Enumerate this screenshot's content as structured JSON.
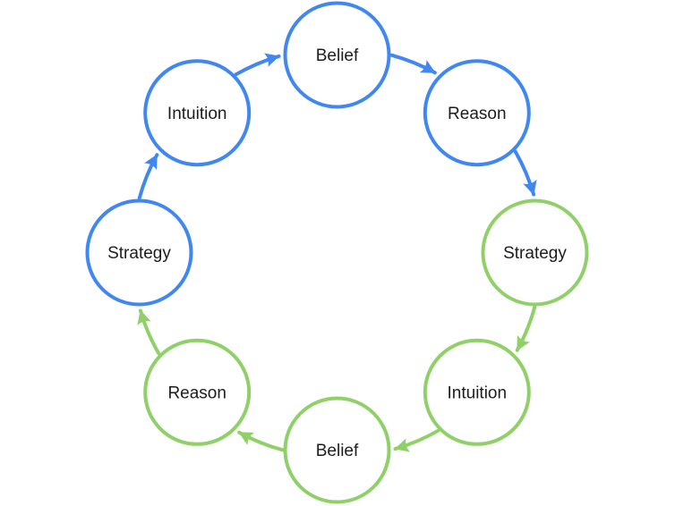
{
  "diagram": {
    "title": "",
    "background": "#ffffff",
    "text_color": "#1d1d1f",
    "colors": {
      "blue": "#4187f2",
      "green": "#8fd168",
      "node_fill": "#ffffff"
    },
    "nodes": [
      {
        "id": "strategy-left",
        "label": "Strategy",
        "color": "blue",
        "angle": 180
      },
      {
        "id": "intuition-top-left",
        "label": "Intuition",
        "color": "blue",
        "angle": 225
      },
      {
        "id": "belief-top",
        "label": "Belief",
        "color": "blue",
        "angle": 270
      },
      {
        "id": "reason-top-right",
        "label": "Reason",
        "color": "blue",
        "angle": 315
      },
      {
        "id": "strategy-right",
        "label": "Strategy",
        "color": "green",
        "angle": 0
      },
      {
        "id": "intuition-bottom-right",
        "label": "Intuition",
        "color": "green",
        "angle": 45
      },
      {
        "id": "belief-bottom",
        "label": "Belief",
        "color": "green",
        "angle": 90
      },
      {
        "id": "reason-bottom-left",
        "label": "Reason",
        "color": "green",
        "angle": 135
      }
    ],
    "arrows": [
      {
        "from": "strategy-left",
        "to": "intuition-top-left",
        "color": "blue"
      },
      {
        "from": "intuition-top-left",
        "to": "belief-top",
        "color": "blue"
      },
      {
        "from": "belief-top",
        "to": "reason-top-right",
        "color": "blue"
      },
      {
        "from": "reason-top-right",
        "to": "strategy-right",
        "color": "blue"
      },
      {
        "from": "strategy-right",
        "to": "intuition-bottom-right",
        "color": "green"
      },
      {
        "from": "intuition-bottom-right",
        "to": "belief-bottom",
        "color": "green"
      },
      {
        "from": "belief-bottom",
        "to": "reason-bottom-left",
        "color": "green"
      },
      {
        "from": "reason-bottom-left",
        "to": "strategy-left",
        "color": "green"
      }
    ]
  }
}
